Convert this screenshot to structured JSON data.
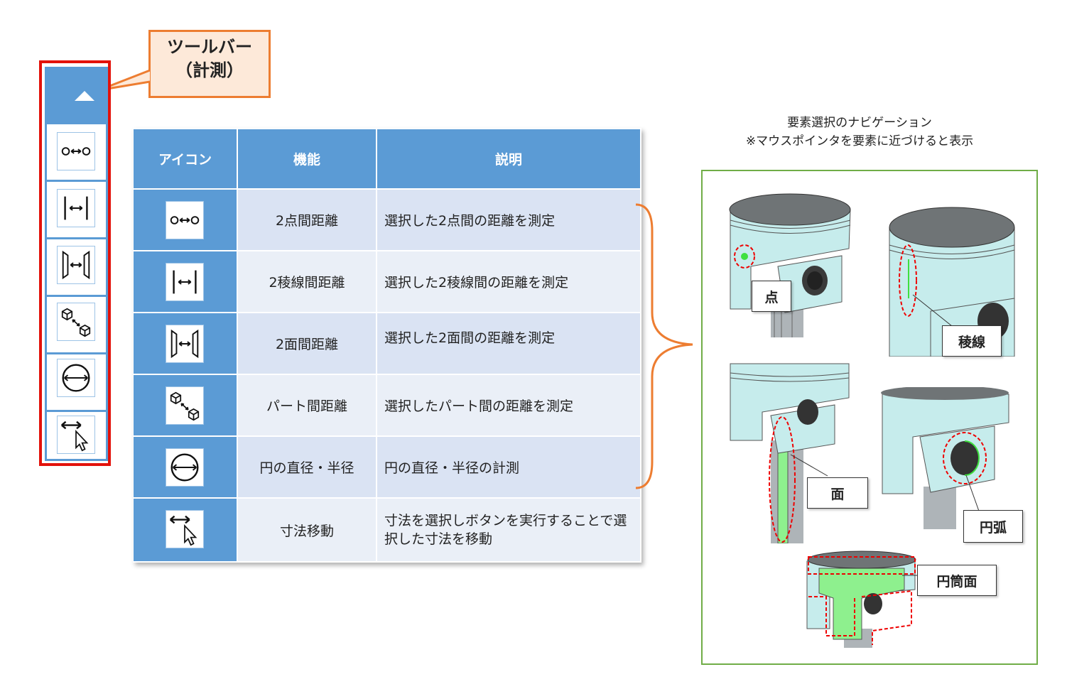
{
  "callout": {
    "line1": "ツールバー",
    "line2": "（計測）"
  },
  "toolbar": {
    "icons": [
      "point-to-point-icon",
      "edge-distance-icon",
      "face-distance-icon",
      "part-distance-icon",
      "circle-diameter-icon",
      "move-dimension-icon"
    ]
  },
  "table": {
    "headers": {
      "icon": "アイコン",
      "function": "機能",
      "description": "説明"
    },
    "rows": [
      {
        "icon": "point-to-point-icon",
        "function": "2点間距離",
        "description": "選択した2点間の距離を測定"
      },
      {
        "icon": "edge-distance-icon",
        "function": "2稜線間距離",
        "description": "選択した2稜線間の距離を測定"
      },
      {
        "icon": "face-distance-icon",
        "function": "2面間距離",
        "description": "選択した2面間の距離を測定"
      },
      {
        "icon": "part-distance-icon",
        "function": "パート間距離",
        "description": "選択したパート間の距離を測定"
      },
      {
        "icon": "circle-diameter-icon",
        "function": "円の直径・半径",
        "description": "円の直径・半径の計測"
      },
      {
        "icon": "move-dimension-icon",
        "function": "寸法移動",
        "description": "寸法を選択しボタンを実行することで選択した寸法を移動"
      }
    ]
  },
  "navigation": {
    "title": "要素選択のナビゲーション",
    "subtitle": "※マウスポインタを要素に近づけると表示",
    "labels": {
      "point": "点",
      "edge": "稜線",
      "face": "面",
      "arc": "円弧",
      "cylinder": "円筒面"
    }
  },
  "colors": {
    "accent_blue": "#5b9bd5",
    "row_light": "#dae3f3",
    "row_pale": "#eaeff7",
    "callout_orange": "#ed7d31",
    "frame_red": "#e3120b",
    "nav_green": "#70ad47",
    "highlight_green": "#8ef08e"
  }
}
